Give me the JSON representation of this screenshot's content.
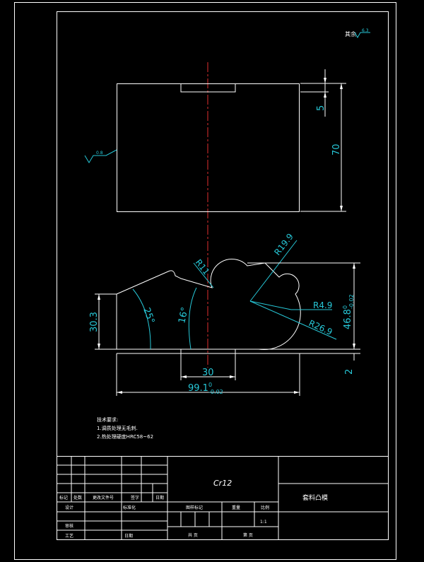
{
  "surface_finish_top": {
    "prefix": "其余",
    "value": "6.3"
  },
  "surface_finish_left": {
    "value": "0.8"
  },
  "dims": {
    "groove_depth": "5",
    "height": "70",
    "width_base": "99.1",
    "width_sup": "0",
    "width_sub": "-0.02",
    "height_profile_base": "46.8",
    "height_profile_sup": "0",
    "height_profile_sub": "-0.02",
    "left_height": "30.3",
    "slot_width": "30",
    "base_thickness": "2",
    "angle_25": "25°",
    "angle_16": "16°",
    "radius_11": "R11",
    "radius_199": "R19.9",
    "radius_49": "R4.9",
    "radius_269": "R26.9"
  },
  "notes": {
    "title": "技术要求:",
    "line1": "1.调质处理无毛刺.",
    "line2": "2.热处理硬度HRC58~62"
  },
  "title_block": {
    "material": "Cr12",
    "part_name": "套料凸模",
    "h_mark": "标记",
    "h_count": "处数",
    "h_zone": "更改文件号",
    "h_sign": "签字",
    "h_date": "日期",
    "design": "设计",
    "standard": "标准化",
    "stage_mark": "图样标记",
    "weight": "重量",
    "scale": "比例",
    "review": "审核",
    "ratio": "1:1",
    "process": "工艺",
    "approve": "日期",
    "sheets_total": "共  页",
    "sheet_no": "第  页"
  }
}
